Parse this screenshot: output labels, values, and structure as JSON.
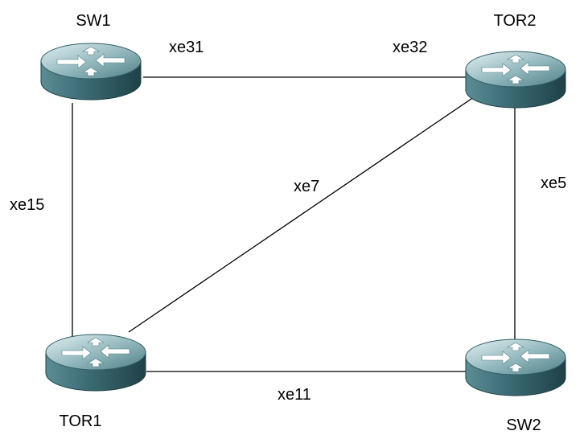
{
  "colors": {
    "link": "#000000",
    "router_top": "#cfe3e6",
    "router_mid": "#6e9aa1",
    "router_dark": "#2f5d66",
    "router_rim": "#1f3f45",
    "arrow": "#ffffff"
  },
  "devices": {
    "sw1": {
      "name": "SW1",
      "icon": "router-icon"
    },
    "tor2": {
      "name": "TOR2",
      "icon": "router-icon"
    },
    "tor1": {
      "name": "TOR1",
      "icon": "router-icon"
    },
    "sw2": {
      "name": "SW2",
      "icon": "router-icon"
    }
  },
  "links": {
    "sw1_tor2": {
      "from": "SW1",
      "to": "TOR2",
      "labels": [
        "xe31",
        "xe32"
      ]
    },
    "sw1_tor1": {
      "from": "SW1",
      "to": "TOR1",
      "labels": [
        "xe15"
      ]
    },
    "tor1_tor2": {
      "from": "TOR1",
      "to": "TOR2",
      "labels": [
        "xe7"
      ]
    },
    "tor2_sw2": {
      "from": "TOR2",
      "to": "SW2",
      "labels": [
        "xe5"
      ]
    },
    "tor1_sw2": {
      "from": "TOR1",
      "to": "SW2",
      "labels": [
        "xe11"
      ]
    }
  }
}
